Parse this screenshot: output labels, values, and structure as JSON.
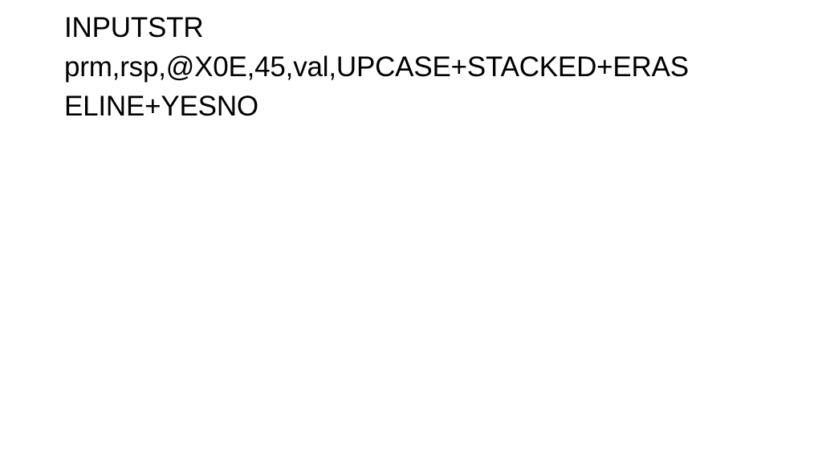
{
  "slide": {
    "title_lines": [
      "INPUTSTR",
      "prm,rsp,@X0E,45,val,UPCASE+STACKED+ERAS",
      "ELINE+YESNO"
    ]
  }
}
